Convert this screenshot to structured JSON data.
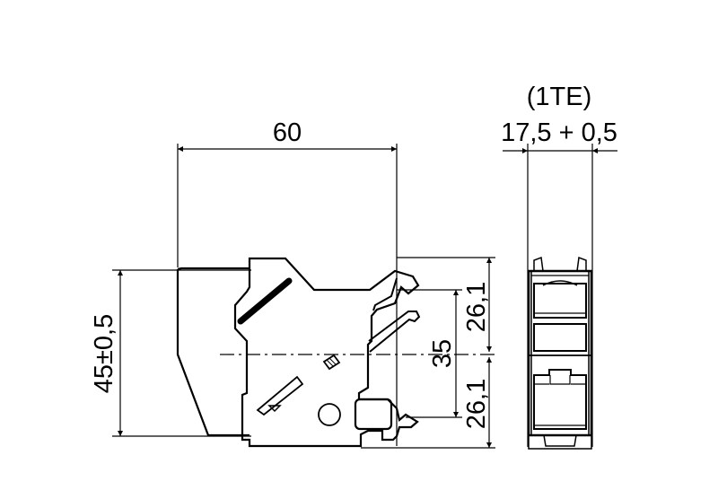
{
  "drawing": {
    "type": "technical-dimension-drawing",
    "views": [
      "side-view",
      "front-view"
    ],
    "dimensions": {
      "width": "60",
      "height": "45±0,5",
      "rail": "35",
      "upper_half": "26,1",
      "lower_half": "26,1",
      "module_width": "17,5 + 0,5",
      "module_unit": "(1TE)"
    },
    "colors": {
      "line": "#000000",
      "background": "#ffffff"
    }
  }
}
